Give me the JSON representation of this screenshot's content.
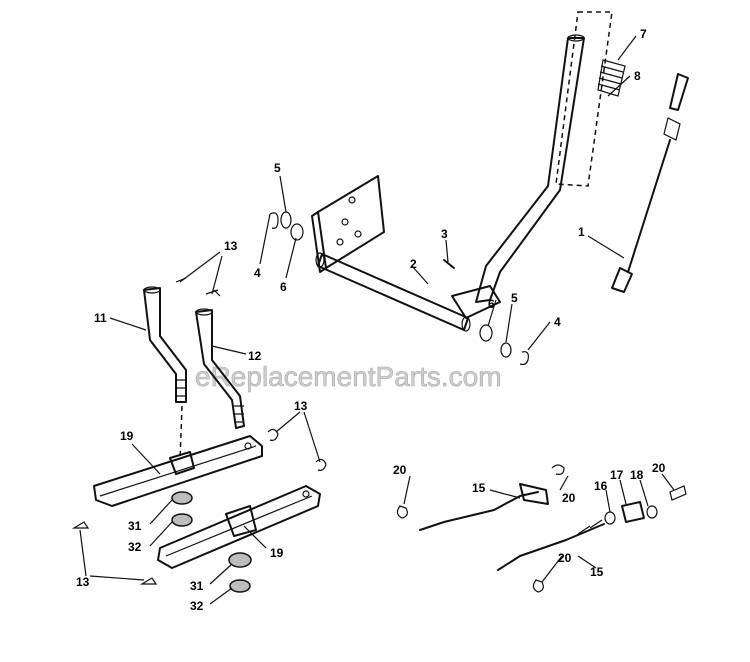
{
  "watermark": "eReplacementParts.com",
  "callouts": {
    "c1": "1",
    "c2": "2",
    "c3": "3",
    "c4a": "4",
    "c4b": "4",
    "c5a": "5",
    "c5b": "5",
    "c6a": "6",
    "c6b": "6",
    "c7": "7",
    "c8": "8",
    "c11": "11",
    "c12": "12",
    "c13a": "13",
    "c13b": "13",
    "c13c": "13",
    "c15a": "15",
    "c15b": "15",
    "c16": "16",
    "c17": "17",
    "c18": "18",
    "c19a": "19",
    "c19b": "19",
    "c20a": "20",
    "c20b": "20",
    "c20c": "20",
    "c20d": "20",
    "c31a": "31",
    "c31b": "31",
    "c32a": "32",
    "c32b": "32"
  }
}
